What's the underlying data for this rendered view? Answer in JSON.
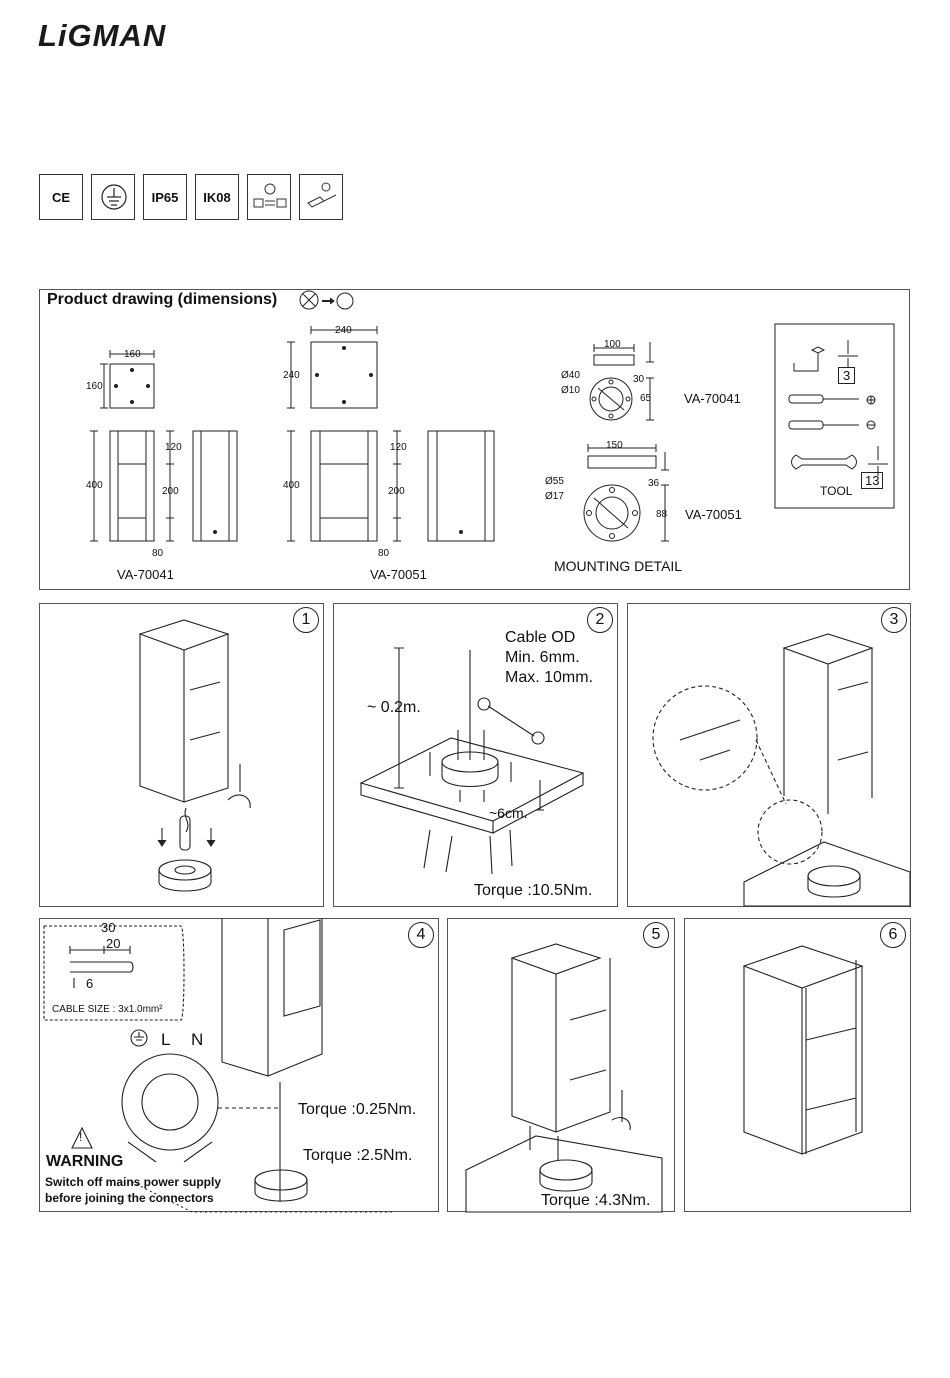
{
  "brand": "LiGMAN",
  "certifications": [
    "CE",
    "earth-ground",
    "IP65",
    "IK08",
    "driver-icon",
    "connector-icon"
  ],
  "product_drawing": {
    "title": "Product drawing (dimensions)",
    "small": {
      "width": "160",
      "depth": "160",
      "height": "400",
      "top": "120",
      "mid": "200",
      "bottom": "80",
      "model": "VA-70041"
    },
    "large": {
      "width": "240",
      "depth": "240",
      "height": "400",
      "top": "120",
      "mid": "200",
      "bottom": "80",
      "model": "VA-70051"
    },
    "mounting": {
      "title": "MOUNTING DETAIL",
      "a": {
        "width": "100",
        "outer": "Ø40",
        "inner": "Ø10",
        "h1": "30",
        "h2": "65",
        "model": "VA-70041"
      },
      "b": {
        "width": "150",
        "outer": "Ø55",
        "inner": "Ø17",
        "h1": "36",
        "h2": "88",
        "model": "VA-70051"
      }
    },
    "tool": {
      "title": "TOOL",
      "hex": "3",
      "wrench": "13"
    }
  },
  "steps": {
    "s1": "1",
    "s2": {
      "num": "2",
      "cable_od": "Cable OD",
      "min": "Min. 6mm.",
      "max": "Max. 10mm.",
      "height": "~ 0.2m.",
      "depth": "~6cm.",
      "torque": "Torque :10.5Nm."
    },
    "s3": "3",
    "s4": {
      "num": "4",
      "strip_a": "30",
      "strip_b": "20",
      "strip_c": "6",
      "cable_size": "CABLE SIZE : 3x1.0mm²",
      "L": "L",
      "N": "N",
      "t1": "Torque :0.25Nm.",
      "t2": "Torque :2.5Nm.",
      "warning": "WARNING",
      "w1": "Switch off mains power supply",
      "w2": "before joining the connectors"
    },
    "s5": {
      "num": "5",
      "torque": "Torque :4.3Nm."
    },
    "s6": "6"
  }
}
